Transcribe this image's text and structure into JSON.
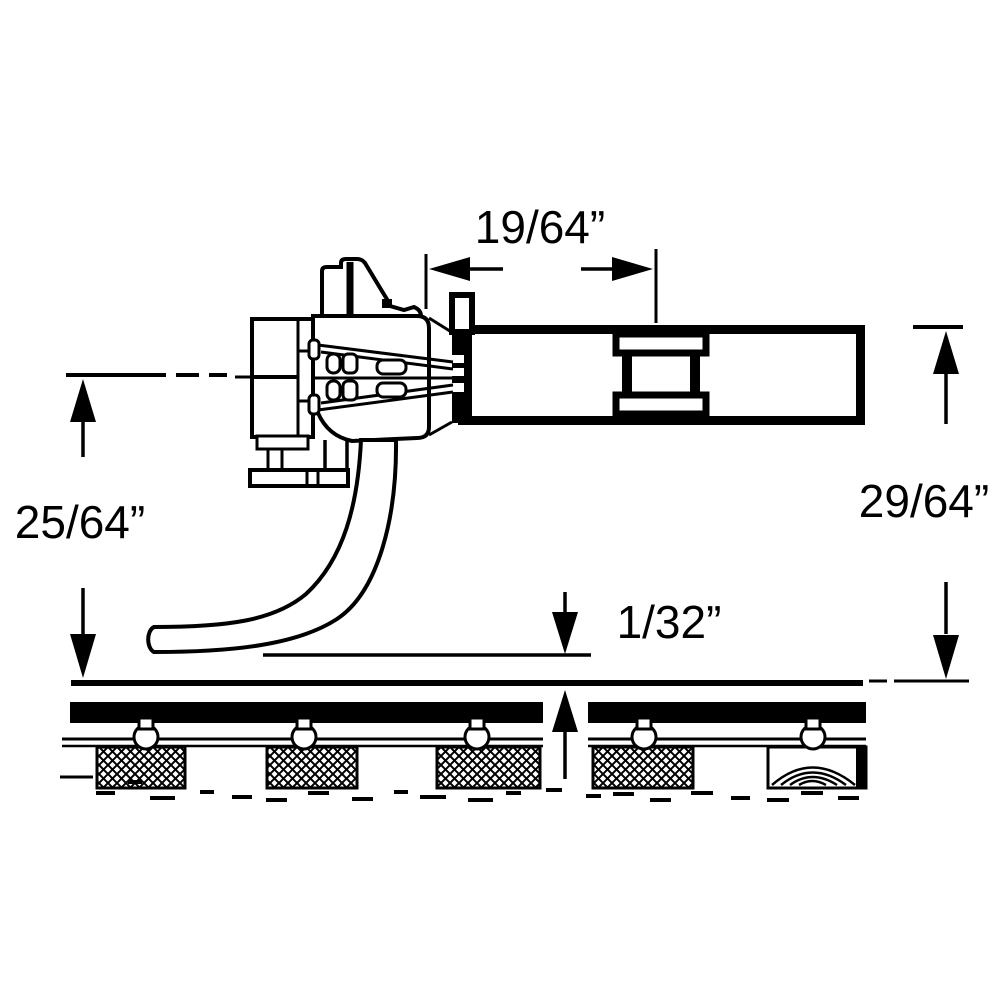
{
  "labels": {
    "top_dimension": "19/64”",
    "left_dimension": "25/64”",
    "right_dimension": "29/64”",
    "gap_dimension": "1/32”"
  },
  "colors": {
    "ink": "#000000",
    "paper": "#ffffff"
  }
}
